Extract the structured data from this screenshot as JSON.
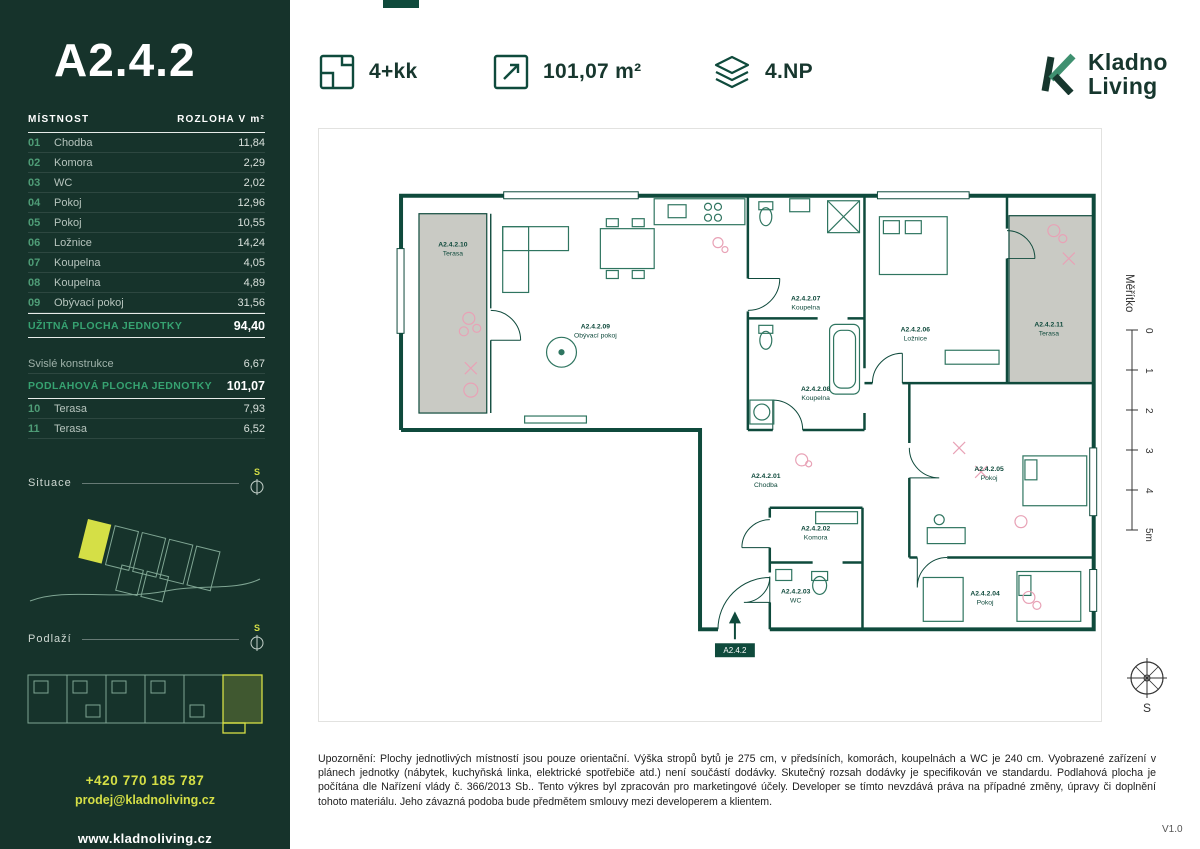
{
  "meta": {
    "version": "V1.0"
  },
  "sidebar": {
    "unit_title": "A2.4.2",
    "table": {
      "col_room": "MÍSTNOST",
      "col_area": "ROZLOHA V m²",
      "rows": [
        {
          "num": "01",
          "name": "Chodba",
          "area": "11,84"
        },
        {
          "num": "02",
          "name": "Komora",
          "area": "2,29"
        },
        {
          "num": "03",
          "name": "WC",
          "area": "2,02"
        },
        {
          "num": "04",
          "name": "Pokoj",
          "area": "12,96"
        },
        {
          "num": "05",
          "name": "Pokoj",
          "area": "10,55"
        },
        {
          "num": "06",
          "name": "Ložnice",
          "area": "14,24"
        },
        {
          "num": "07",
          "name": "Koupelna",
          "area": "4,05"
        },
        {
          "num": "08",
          "name": "Koupelna",
          "area": "4,89"
        },
        {
          "num": "09",
          "name": "Obývací pokoj",
          "area": "31,56"
        }
      ],
      "usable": {
        "label": "UŽITNÁ PLOCHA JEDNOTKY",
        "value": "94,40"
      },
      "vertical": {
        "label": "Svislé konstrukce",
        "value": "6,67"
      },
      "floor_area": {
        "label": "PODLAHOVÁ PLOCHA JEDNOTKY",
        "value": "101,07"
      },
      "terraces": [
        {
          "num": "10",
          "name": "Terasa",
          "area": "7,93"
        },
        {
          "num": "11",
          "name": "Terasa",
          "area": "6,52"
        }
      ]
    },
    "situace_label": "Situace",
    "podlazi_label": "Podlaží",
    "compass_letter": "S",
    "contact": {
      "phone": "+420 770 185 787",
      "email": "prodej@kladnoliving.cz",
      "web": "www.kladnoliving.cz"
    }
  },
  "header": {
    "layout": "4+kk",
    "area": "101,07 m²",
    "floor": "4.NP",
    "brand": {
      "line1": "Kladno",
      "line2": "Living"
    }
  },
  "plan": {
    "rooms": [
      {
        "code": "A2.4.2.10",
        "name": "Terasa"
      },
      {
        "code": "A2.4.2.09",
        "name": "Obývací pokoj"
      },
      {
        "code": "A2.4.2.07",
        "name": "Koupelna"
      },
      {
        "code": "A2.4.2.06",
        "name": "Ložnice"
      },
      {
        "code": "A2.4.2.11",
        "name": "Terasa"
      },
      {
        "code": "A2.4.2.08",
        "name": "Koupelna"
      },
      {
        "code": "A2.4.2.01",
        "name": "Chodba"
      },
      {
        "code": "A2.4.2.05",
        "name": "Pokoj"
      },
      {
        "code": "A2.4.2.02",
        "name": "Komora"
      },
      {
        "code": "A2.4.2.03",
        "name": "WC"
      },
      {
        "code": "A2.4.2.04",
        "name": "Pokoj"
      }
    ],
    "entrance_label": "A2.4.2",
    "scale": {
      "label": "Měřítko",
      "ticks": [
        "0",
        "1",
        "2",
        "3",
        "4",
        "5m"
      ]
    },
    "compass_letter": "S"
  },
  "disclaimer": "Upozornění: Plochy jednotlivých místností jsou pouze orientační. Výška stropů bytů je 275 cm, v předsíních, komorách, koupelnách a WC je 240 cm. Vyobrazené zařízení v plánech jednotky (nábytek, kuchyňská linka, elektrické spotřebiče atd.) není součástí dodávky. Skutečný rozsah dodávky je specifikován ve standardu. Podlahová plocha je počítána dle Nařízení vlády č. 366/2013 Sb.. Tento výkres byl zpracován pro marketingové účely. Developer se tímto nevzdává práva na případné změny, úpravy či doplnění tohoto materiálu. Jeho závazná podoba bude předmětem smlouvy mezi developerem a klientem."
}
